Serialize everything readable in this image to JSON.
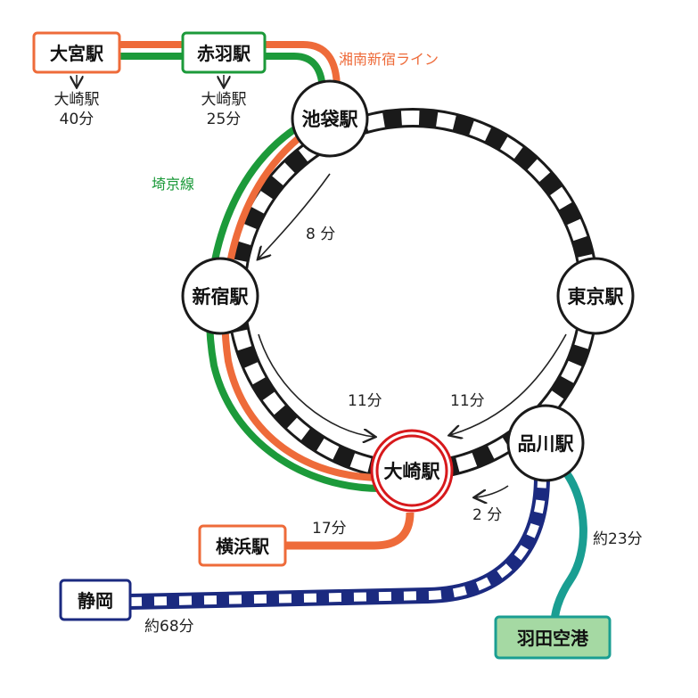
{
  "colors": {
    "shonan": "#ee6b3a",
    "saikyo": "#1c9a3a",
    "yamanote": "#1a1a1a",
    "tokaido": "#1b2a80",
    "keikyu": "#1a9e92",
    "osaki_ring": "#d7191c",
    "haneda_fill": "#a5d9a3"
  },
  "stations": {
    "ikebukuro": "池袋駅",
    "shinjuku": "新宿駅",
    "tokyo": "東京駅",
    "osaki": "大崎駅",
    "shinagawa": "品川駅"
  },
  "terminals": {
    "omiya": "大宮駅",
    "akabane": "赤羽駅",
    "yokohama": "横浜駅",
    "shizuoka": "静岡",
    "haneda": "羽田空港"
  },
  "lines": {
    "shonan_shinjuku": "湘南新宿ライン",
    "saikyo": "埼京線"
  },
  "times": {
    "omiya_to": "大崎駅",
    "omiya_min": "40分",
    "akabane_to": "大崎駅",
    "akabane_min": "25分",
    "ikebukuro_shinjuku": "8 分",
    "shinjuku_osaki": "11分",
    "tokyo_osaki": "11分",
    "shinagawa_osaki": "2 分",
    "yokohama": "17分",
    "haneda": "約23分",
    "shizuoka": "約68分"
  },
  "icons": {
    "arrow": "down-arrow-icon"
  }
}
